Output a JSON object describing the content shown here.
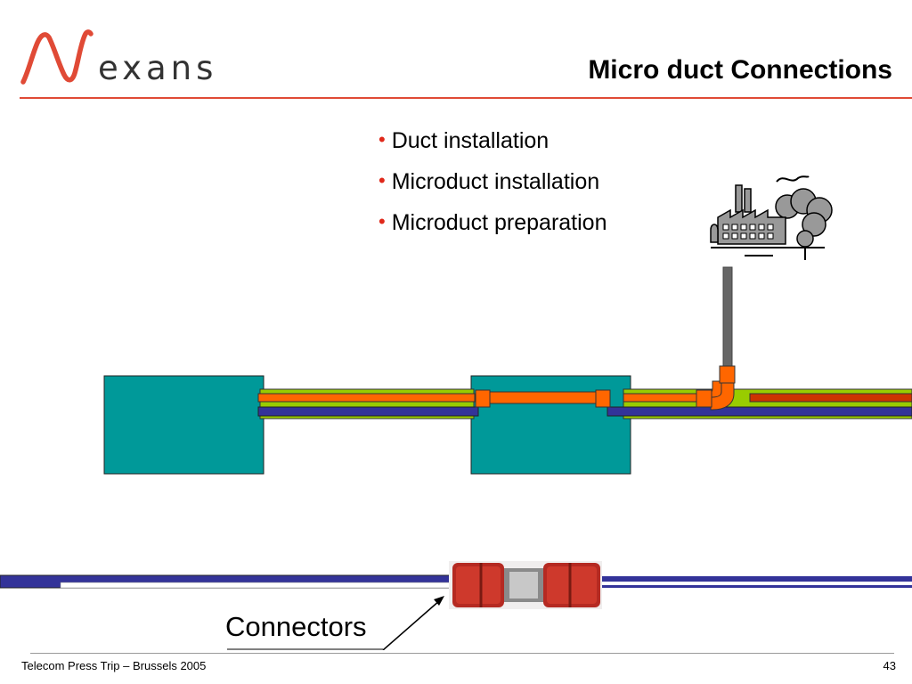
{
  "header": {
    "logo_text": "Nexans",
    "title": "Micro duct Connections"
  },
  "bullets": [
    {
      "label": "Duct installation"
    },
    {
      "label": "Microduct installation"
    },
    {
      "label": "Microduct preparation"
    }
  ],
  "diagram": {
    "connector_label": "Connectors"
  },
  "footer": {
    "left_text": "Telecom Press Trip – Brussels 2005",
    "page_number": "43"
  },
  "colors": {
    "brand_red": "#e04a36",
    "box_teal": "#009999",
    "duct_orange": "#ff6600",
    "duct_green": "#99cc00",
    "duct_blue": "#333399",
    "pipe_gray": "#666666"
  }
}
